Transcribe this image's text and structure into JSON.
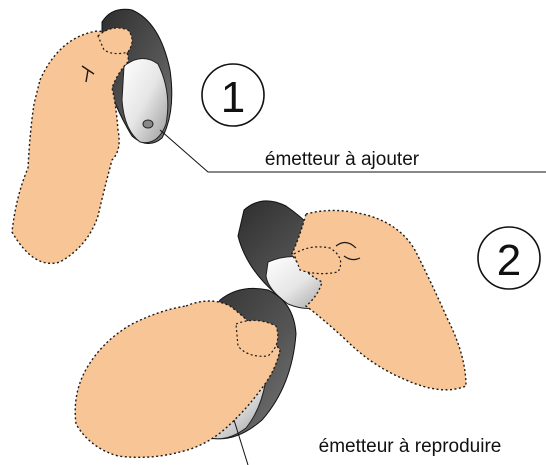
{
  "steps": [
    {
      "number": "1",
      "caption": "émetteur à ajouter"
    },
    {
      "number": "2",
      "caption": "émetteur à reproduire"
    }
  ],
  "colors": {
    "skin": "#f7c596",
    "skin_outline": "#1a1a1a",
    "device_dark": "#4a4a4a",
    "device_light": "#eeeeee",
    "ink": "#111111"
  },
  "icons": {
    "hand_top": "hand-holding-remote-icon",
    "hand_bottom_right": "hand-holding-remote-icon",
    "hand_bottom_left": "hand-holding-remote-icon"
  }
}
